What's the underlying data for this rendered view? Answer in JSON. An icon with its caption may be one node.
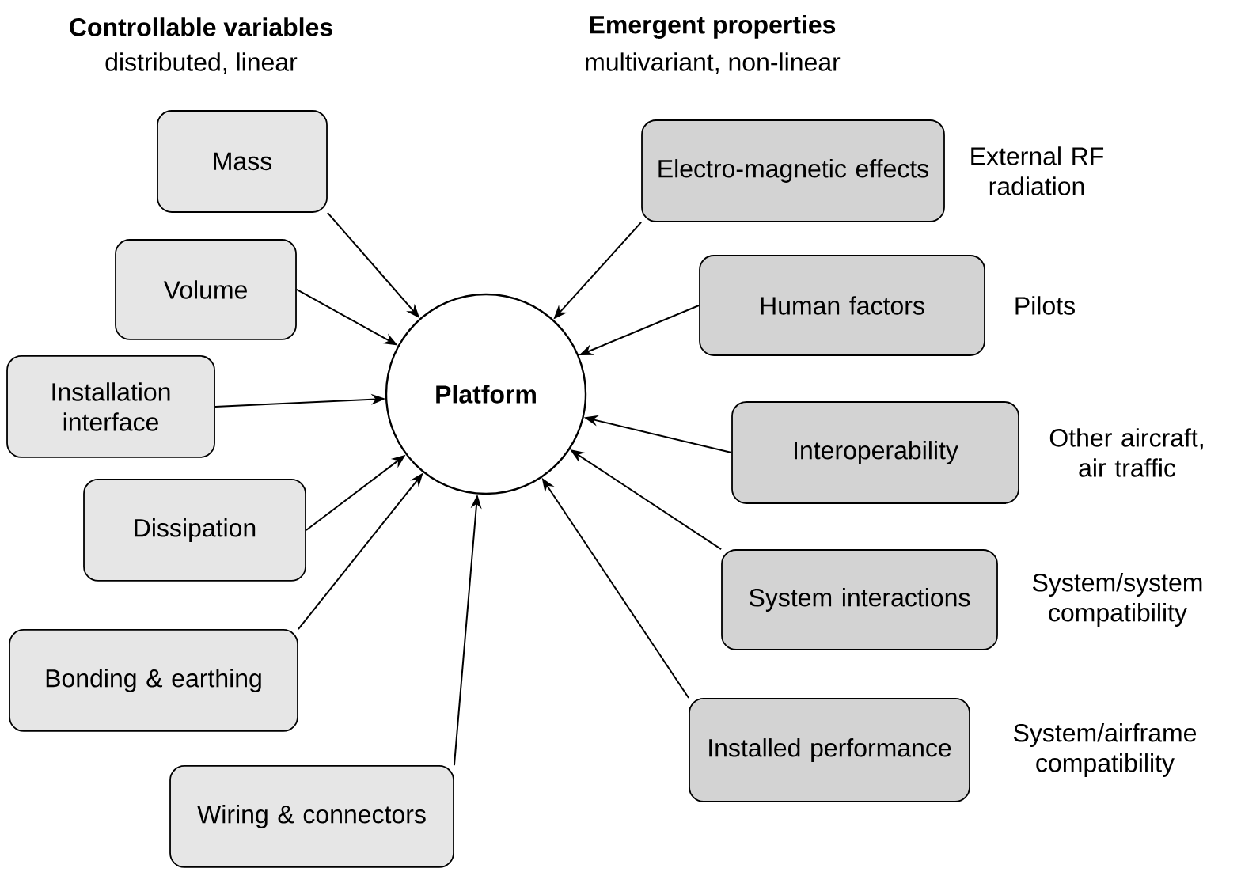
{
  "diagram": {
    "nodes": [
      {
        "text": [
          "Platform"
        ]
      },
      {
        "text": [
          "Mass"
        ]
      },
      {
        "text": [
          "Volume"
        ]
      },
      {
        "text": [
          "Installation interface"
        ]
      },
      {
        "text": [
          "Dissipation"
        ]
      },
      {
        "text": [
          "Bonding & earthing"
        ]
      },
      {
        "text": [
          "Wiring & connectors"
        ]
      },
      {
        "text": [
          "Electro-magnetic effects"
        ],
        "beside": [
          "External RF radiation"
        ]
      },
      {
        "text": [
          "Human factors"
        ],
        "beside": [
          "Pilots"
        ]
      },
      {
        "text": [
          "Interoperability"
        ],
        "beside": [
          "Other aircraft, air traffic"
        ]
      },
      {
        "text": [
          "System interactions"
        ],
        "beside": [
          "System/system compatibility"
        ]
      },
      {
        "text": [
          "Installed performance"
        ],
        "beside": [
          "System/airframe compatibility"
        ]
      }
    ],
    "edges": [
      {
        "from": 1,
        "to": 0,
        "arrow": "to"
      },
      {
        "from": 2,
        "to": 0,
        "arrow": "to"
      },
      {
        "from": 3,
        "to": 0,
        "arrow": "to"
      },
      {
        "from": 4,
        "to": 0,
        "arrow": "to"
      },
      {
        "from": 5,
        "to": 0,
        "arrow": "to"
      },
      {
        "from": 6,
        "to": 0,
        "arrow": "to"
      },
      {
        "from": 7,
        "to": 0,
        "arrow": "to"
      },
      {
        "from": 8,
        "to": 0,
        "arrow": "to"
      },
      {
        "from": 9,
        "to": 0,
        "arrow": "to"
      },
      {
        "from": 10,
        "to": 0,
        "arrow": "to"
      },
      {
        "from": 11,
        "to": 0,
        "arrow": "to"
      }
    ],
    "labels": [
      "Controllable variables",
      "distributed, linear",
      "Emergent properties",
      "multivariant, non-linear"
    ]
  }
}
